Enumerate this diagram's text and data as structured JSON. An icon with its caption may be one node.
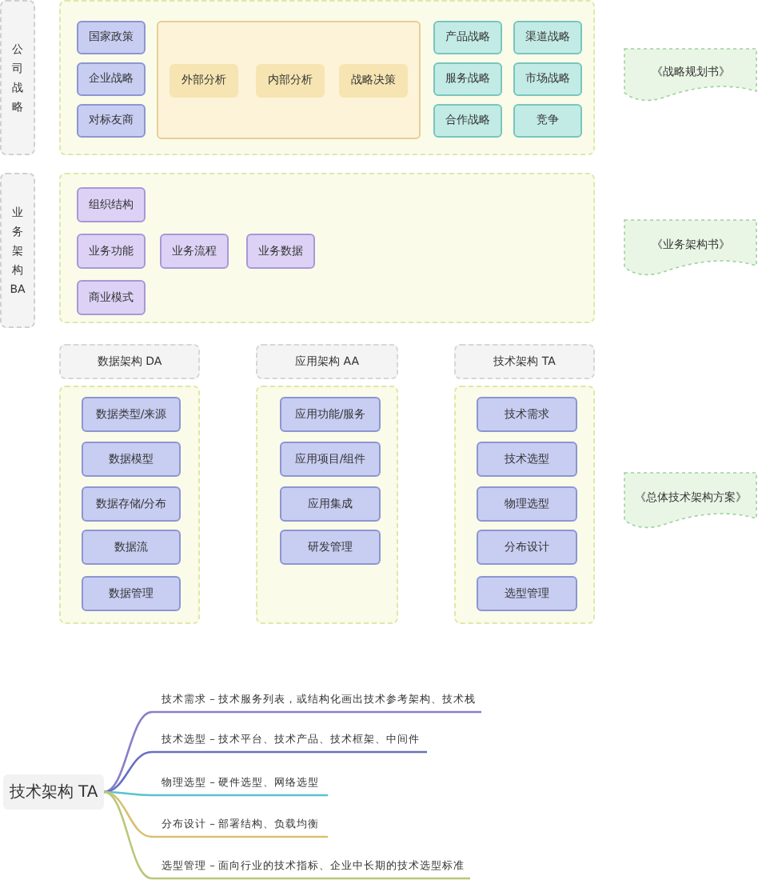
{
  "diagram": {
    "nodes": [
      {
        "text": [
          "公司战略"
        ]
      },
      {
        "text": [],
        "shape": "box"
      },
      {
        "text": [
          "国家政策"
        ],
        "in": 1
      },
      {
        "text": [
          "企业战略"
        ],
        "in": 1
      },
      {
        "text": [
          "对标友商"
        ],
        "in": 1
      },
      {
        "text": [],
        "shape": "box",
        "in": 1
      },
      {
        "text": [
          "外部分析"
        ],
        "in": 5
      },
      {
        "text": [
          "内部分析"
        ],
        "in": 5
      },
      {
        "text": [
          "战略决策"
        ],
        "in": 5
      },
      {
        "text": [
          "产品战略"
        ],
        "in": 1
      },
      {
        "text": [
          "渠道战略"
        ],
        "in": 1
      },
      {
        "text": [
          "服务战略"
        ],
        "in": 1
      },
      {
        "text": [
          "市场战略"
        ],
        "in": 1
      },
      {
        "text": [
          "合作战略"
        ],
        "in": 1
      },
      {
        "text": [
          "竞争"
        ],
        "in": 1
      },
      {
        "text": [
          "《战略规划书》"
        ]
      },
      {
        "text": [
          "业务架构 BA"
        ]
      },
      {
        "text": [],
        "shape": "box"
      },
      {
        "text": [
          "组织结构"
        ],
        "in": 17
      },
      {
        "text": [
          "业务功能"
        ],
        "in": 17
      },
      {
        "text": [
          "业务流程"
        ],
        "in": 17
      },
      {
        "text": [
          "业务数据"
        ],
        "in": 17
      },
      {
        "text": [
          "商业模式"
        ],
        "in": 17
      },
      {
        "text": [
          "《业务架构书》"
        ]
      },
      {
        "text": [
          "数据架构 DA"
        ]
      },
      {
        "text": [],
        "shape": "box"
      },
      {
        "text": [
          "数据类型/来源"
        ],
        "in": 25
      },
      {
        "text": [
          "数据模型"
        ],
        "in": 25
      },
      {
        "text": [
          "数据存储/分布"
        ],
        "in": 25
      },
      {
        "text": [
          "数据流"
        ],
        "in": 25
      },
      {
        "text": [
          "数据管理"
        ],
        "in": 25
      },
      {
        "text": [
          "应用架构 AA"
        ]
      },
      {
        "text": [],
        "shape": "box"
      },
      {
        "text": [
          "应用功能/服务"
        ],
        "in": 32
      },
      {
        "text": [
          "应用项目/组件"
        ],
        "in": 32
      },
      {
        "text": [
          "应用集成"
        ],
        "in": 32
      },
      {
        "text": [
          "研发管理"
        ],
        "in": 32
      },
      {
        "text": [
          "技术架构 TA"
        ]
      },
      {
        "text": [],
        "shape": "box"
      },
      {
        "text": [
          "技术需求"
        ],
        "in": 38
      },
      {
        "text": [
          "技术选型"
        ],
        "in": 38
      },
      {
        "text": [
          "物理选型"
        ],
        "in": 38
      },
      {
        "text": [
          "分布设计"
        ],
        "in": 38
      },
      {
        "text": [
          "选型管理"
        ],
        "in": 38
      },
      {
        "text": [
          "《总体技术架构方案》"
        ]
      },
      {
        "text": [
          "技术架构 TA"
        ]
      },
      {
        "text": [
          "技术需求 – 技术服务列表，或结构化画出技术参考架构、技术栈"
        ]
      },
      {
        "text": [
          "技术选型 – 技术平台、技术产品、技术框架、中间件"
        ]
      },
      {
        "text": [
          "物理选型 – 硬件选型、网络选型"
        ]
      },
      {
        "text": [
          "分布设计 – 部署结构、负载均衡"
        ]
      },
      {
        "text": [
          "选型管理 – 面向行业的技术指标、企业中长期的技术选型标准"
        ]
      }
    ],
    "edges": [
      {
        "from": 45,
        "to": 46,
        "arrow": "none",
        "color": "#8a80c8"
      },
      {
        "from": 45,
        "to": 47,
        "arrow": "none",
        "color": "#6670c0"
      },
      {
        "from": 45,
        "to": 48,
        "arrow": "none",
        "color": "#58c4cc"
      },
      {
        "from": 45,
        "to": 49,
        "arrow": "none",
        "color": "#d8c070"
      },
      {
        "from": 45,
        "to": 50,
        "arrow": "none",
        "color": "#b8c878"
      }
    ]
  }
}
